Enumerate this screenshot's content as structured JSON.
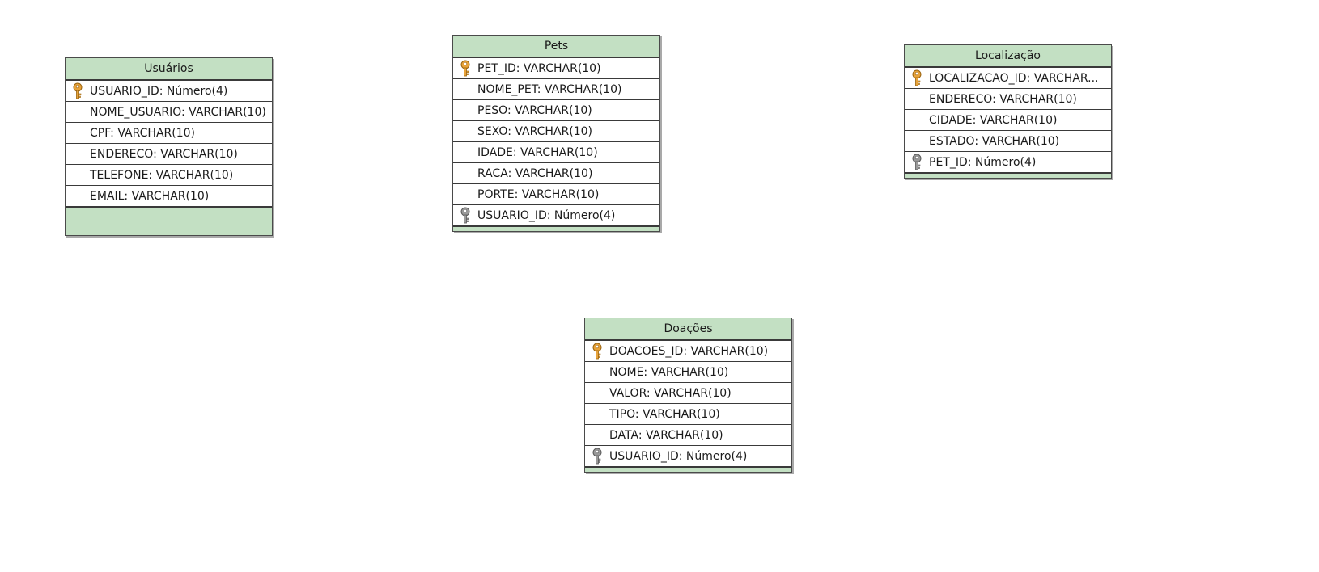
{
  "diagram": {
    "entities": [
      {
        "id": "usuarios",
        "title": "Usuários",
        "footer": "tall",
        "attributes": [
          {
            "text": "USUARIO_ID: Número(4)",
            "key": "primary"
          },
          {
            "text": "NOME_USUARIO: VARCHAR(10)",
            "key": "none"
          },
          {
            "text": "CPF: VARCHAR(10)",
            "key": "none"
          },
          {
            "text": "ENDERECO: VARCHAR(10)",
            "key": "none"
          },
          {
            "text": "TELEFONE: VARCHAR(10)",
            "key": "none"
          },
          {
            "text": "EMAIL: VARCHAR(10)",
            "key": "none"
          }
        ]
      },
      {
        "id": "pets",
        "title": "Pets",
        "footer": "thin",
        "attributes": [
          {
            "text": "PET_ID: VARCHAR(10)",
            "key": "primary"
          },
          {
            "text": "NOME_PET: VARCHAR(10)",
            "key": "none"
          },
          {
            "text": "PESO: VARCHAR(10)",
            "key": "none"
          },
          {
            "text": "SEXO: VARCHAR(10)",
            "key": "none"
          },
          {
            "text": "IDADE: VARCHAR(10)",
            "key": "none"
          },
          {
            "text": "RACA: VARCHAR(10)",
            "key": "none"
          },
          {
            "text": "PORTE: VARCHAR(10)",
            "key": "none"
          },
          {
            "text": "USUARIO_ID: Número(4)",
            "key": "foreign"
          }
        ]
      },
      {
        "id": "localizacao",
        "title": "Localização",
        "footer": "thin",
        "attributes": [
          {
            "text": "LOCALIZACAO_ID: VARCHAR...",
            "key": "primary"
          },
          {
            "text": "ENDERECO: VARCHAR(10)",
            "key": "none"
          },
          {
            "text": "CIDADE: VARCHAR(10)",
            "key": "none"
          },
          {
            "text": "ESTADO: VARCHAR(10)",
            "key": "none"
          },
          {
            "text": "PET_ID: Número(4)",
            "key": "foreign"
          }
        ]
      },
      {
        "id": "doacoes",
        "title": "Doações",
        "footer": "thin",
        "attributes": [
          {
            "text": "DOACOES_ID: VARCHAR(10)",
            "key": "primary"
          },
          {
            "text": "NOME: VARCHAR(10)",
            "key": "none"
          },
          {
            "text": "VALOR: VARCHAR(10)",
            "key": "none"
          },
          {
            "text": "TIPO: VARCHAR(10)",
            "key": "none"
          },
          {
            "text": "DATA: VARCHAR(10)",
            "key": "none"
          },
          {
            "text": "USUARIO_ID: Número(4)",
            "key": "foreign"
          }
        ]
      }
    ],
    "colors": {
      "header": "#c3e0c3",
      "primary_key": "#e8a33a",
      "foreign_key": "#9a9a9a"
    },
    "icons": {
      "primary": "primary-key-icon",
      "foreign": "foreign-key-icon"
    }
  }
}
